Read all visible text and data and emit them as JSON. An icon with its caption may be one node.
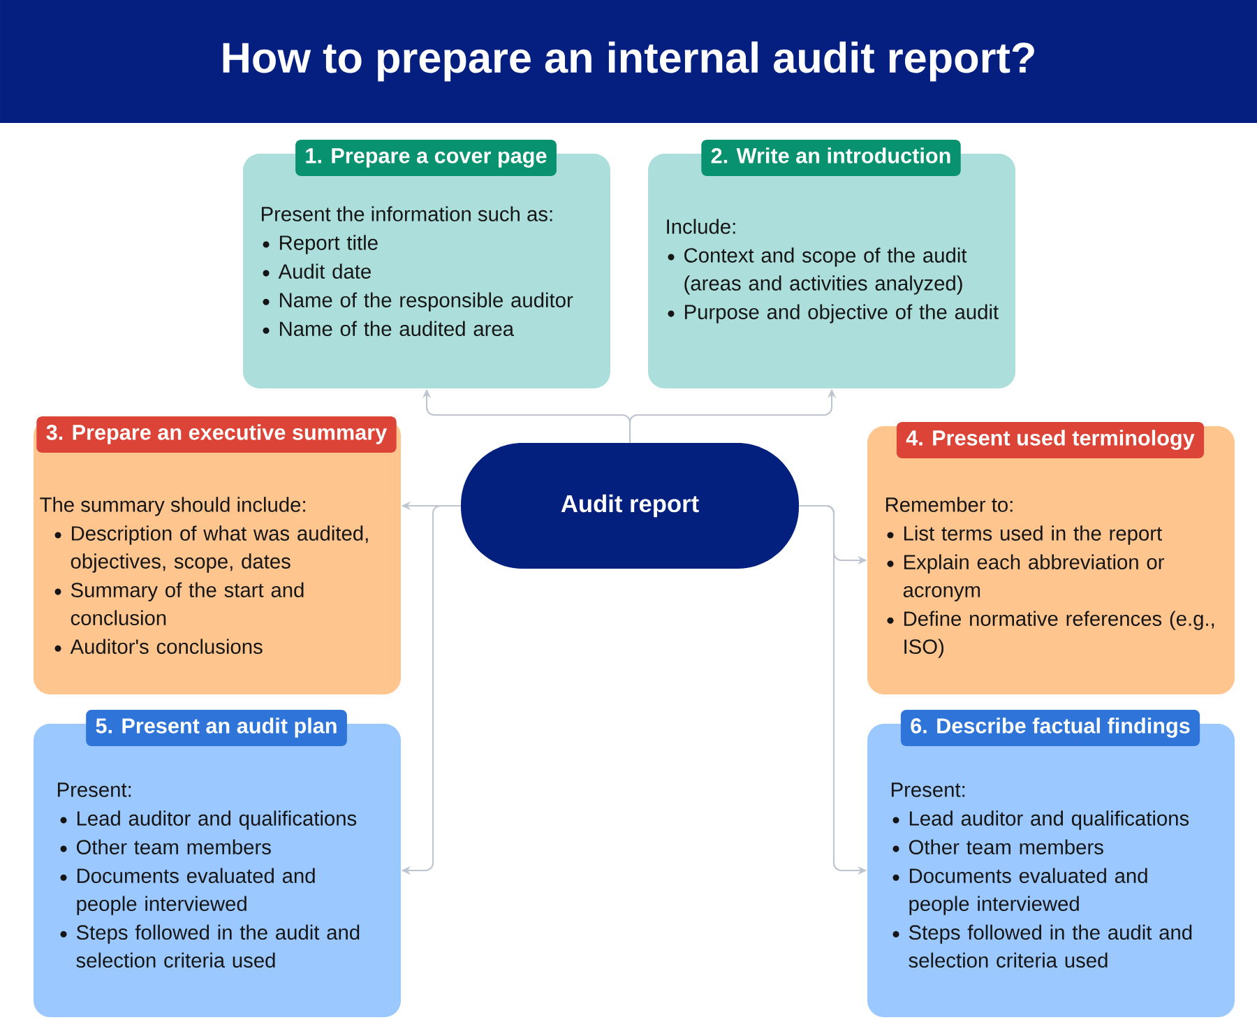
{
  "diagram": {
    "title": "How to prepare an internal audit report?",
    "nodes": [
      {
        "text": [
          "1. Prepare a cover page",
          "Present the information such as:",
          "Report title",
          "Audit date",
          "Name of the responsible auditor",
          "Name of the audited area"
        ]
      },
      {
        "text": [
          "2. Write an introduction",
          "Include:",
          "Context and scope of the audit (areas and activities analyzed)",
          "Purpose and objective of the audit"
        ]
      },
      {
        "text": [
          "3. Prepare an executive summary",
          "The summary should include:",
          "Description of what was audited, objectives, scope, dates",
          "Summary of the start and conclusion",
          "Auditor's conclusions"
        ]
      },
      {
        "text": [
          "Audit report"
        ]
      },
      {
        "text": [
          "4. Present used terminology",
          "Remember to:",
          "List terms used in the report",
          "Explain each abbreviation or acronym",
          "Define normative references (e.g., ISO)"
        ]
      },
      {
        "text": [
          "5. Present an audit plan",
          "Present:",
          "Lead auditor and qualifications",
          "Other team members",
          "Documents evaluated and people interviewed",
          "Steps followed in the audit and selection criteria used"
        ]
      },
      {
        "text": [
          "6. Describe factual findings",
          "Present:",
          "Lead auditor and qualifications",
          "Other team members",
          "Documents evaluated and people interviewed",
          "Steps followed in the audit and selection criteria used"
        ]
      }
    ],
    "edges": [
      {
        "from": 3,
        "to": 0,
        "arrow": "to"
      },
      {
        "from": 3,
        "to": 1,
        "arrow": "to"
      },
      {
        "from": 3,
        "to": 2,
        "arrow": "to"
      },
      {
        "from": 3,
        "to": 4,
        "arrow": "to"
      },
      {
        "from": 3,
        "to": 5,
        "arrow": "to"
      },
      {
        "from": 3,
        "to": 6,
        "arrow": "to"
      }
    ]
  }
}
